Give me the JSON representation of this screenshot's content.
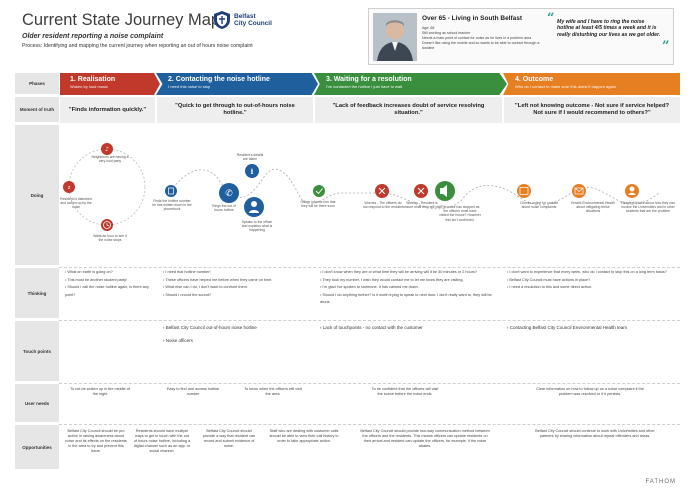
{
  "header": {
    "title": "Current State Journey Map",
    "logo_line1": "Belfast",
    "logo_line2": "City Council",
    "subtitle": "Older resident reporting a noise complaint",
    "process": "Process: Identifying and mapping the current journey when reporting an out of hours noise complaint"
  },
  "persona": {
    "name": "Over 65 - Living in South Belfast",
    "facts": [
      "Age: 68",
      "Still working as school teacher",
      "Needs a main point of contact for noise as he lives in a problem area",
      "Doesn't like using the mobile and so wants to be able to contact through a landline"
    ],
    "quote": "My wife and I have to ring the noise hotline at least 4/5 times a week and it is really disturbing our lives as we get older."
  },
  "row_labels": {
    "phases": "Phases",
    "moment": "Moment of truth",
    "doing": "Doing",
    "thinking": "Thinking",
    "touch": "Touch points",
    "needs": "User needs",
    "opportunities": "Opportunities"
  },
  "phases": [
    {
      "title": "1. Realisation",
      "sub": "Woken by loud music",
      "color": "#c0392b"
    },
    {
      "title": "2. Contacting the noise hotline",
      "sub": "I need this noise to stop",
      "color": "#1f5f9e"
    },
    {
      "title": "3. Waiting for a resolution",
      "sub": "I've contacted the hotline I just have to wait",
      "color": "#3a8f3e"
    },
    {
      "title": "4. Outcome",
      "sub": "Who do I contact to make sure this doesn't happen again",
      "color": "#e67e22"
    }
  ],
  "moments": [
    "\"Finds information quickly.\"",
    "\"Quick to get through to out-of-hours noise hotline.\"",
    "\"Lack of feedback increases doubt of service resolving situation.\"",
    "\"Left not knowing outcome - Not sure if service helped? Not sure if I would recommend to others?\""
  ],
  "doing": {
    "p1": [
      "Neighbours are having a very loud party",
      "Resident is disturbed and woken up by the noise",
      "Waits an hour to see if the noise stops"
    ],
    "p2": [
      "Finds the hotline number he has written down in the phonebook",
      "Rings the out of hours hotline",
      "Resident's details are taken",
      "Speaks to the officer and explains what is happening"
    ],
    "p3": [
      "Officer informs him that they will be there soon",
      "Worries - The officers do not respond to the resident",
      "Worries - Resident is unsure what they will visit",
      "The noise has stopped as the officers must have visited the house? However this isn't confirmed."
    ],
    "p4": [
      "Checks online for contact about noise complaints",
      "Emails Environmental Health about mitigating these situations",
      "Resident thinks about how they can involve the Universities and in other students that are the problem"
    ]
  },
  "thinking": {
    "p1": [
      "What on earth is going on?",
      "This must be another student party!",
      "Should I call the noise hotline again, is there any point?"
    ],
    "p2": [
      "I need that hotline number!",
      "These officers have helped me before when they came on time.",
      "What else can I do, I don't want to confront them.",
      "Should I record the sound?"
    ],
    "p3": [
      "I don't know when they are or what time they will be arriving will it be 30 minutes or 2 hours?",
      "They took my number, I wish they would contact me to let me know they are visiting.",
      "I'm glad I've spoken to someone. It has calmed me down.",
      "Should I do anything further? Is it worth trying to speak to next door. I don't really want to, they will be drunk."
    ],
    "p4": [
      "I don't want to experience that every week, who do I contact to stop this on a long term basis?",
      "Belfast City Council must have actions in place?",
      "I need a resolution to this and some direct action."
    ]
  },
  "touch": {
    "p2": [
      "Belfast City Council out-of-hours noise hotline",
      "Noise officers"
    ],
    "p3": [
      "Lack of touchpoints - no contact with the customer"
    ],
    "p4": [
      "Contacting Belfast City Council Environmental Health team"
    ]
  },
  "needs": [
    "To not be woken up in the middle of the night",
    "Easy to find and access hotline number",
    "To know when the officers will visit the area.",
    "To be confident that the officers will visit the scene before the noise ends.",
    "Clear information on how to follow up on a noise complaint if the problem was resolved or if it persists."
  ],
  "opportunities": [
    "Belfast City Council should be pro active in raising awareness about noise and its effects on the residents in the area to try and prevent this issue.",
    "Residents should have multiple ways to get in touch with the out of hours noise hotline, including a digital channel such as an app, or social channel.",
    "Belfast City Council should provide a way that resident can record and submit evidence of noise.",
    "Staff who are dealing with customer calls should be able to view their call history in order to take appropriate action.",
    "Belfast City Council should provide two-way communication method between the officers and the residents. This means officers can update residents on their arrival and resident can update the officers, for example, if the noise abates.",
    "Belfast City Council should continue to work with Universities and other partners by sharing information about repeat offenders and areas."
  ],
  "footer": "FATHOM"
}
